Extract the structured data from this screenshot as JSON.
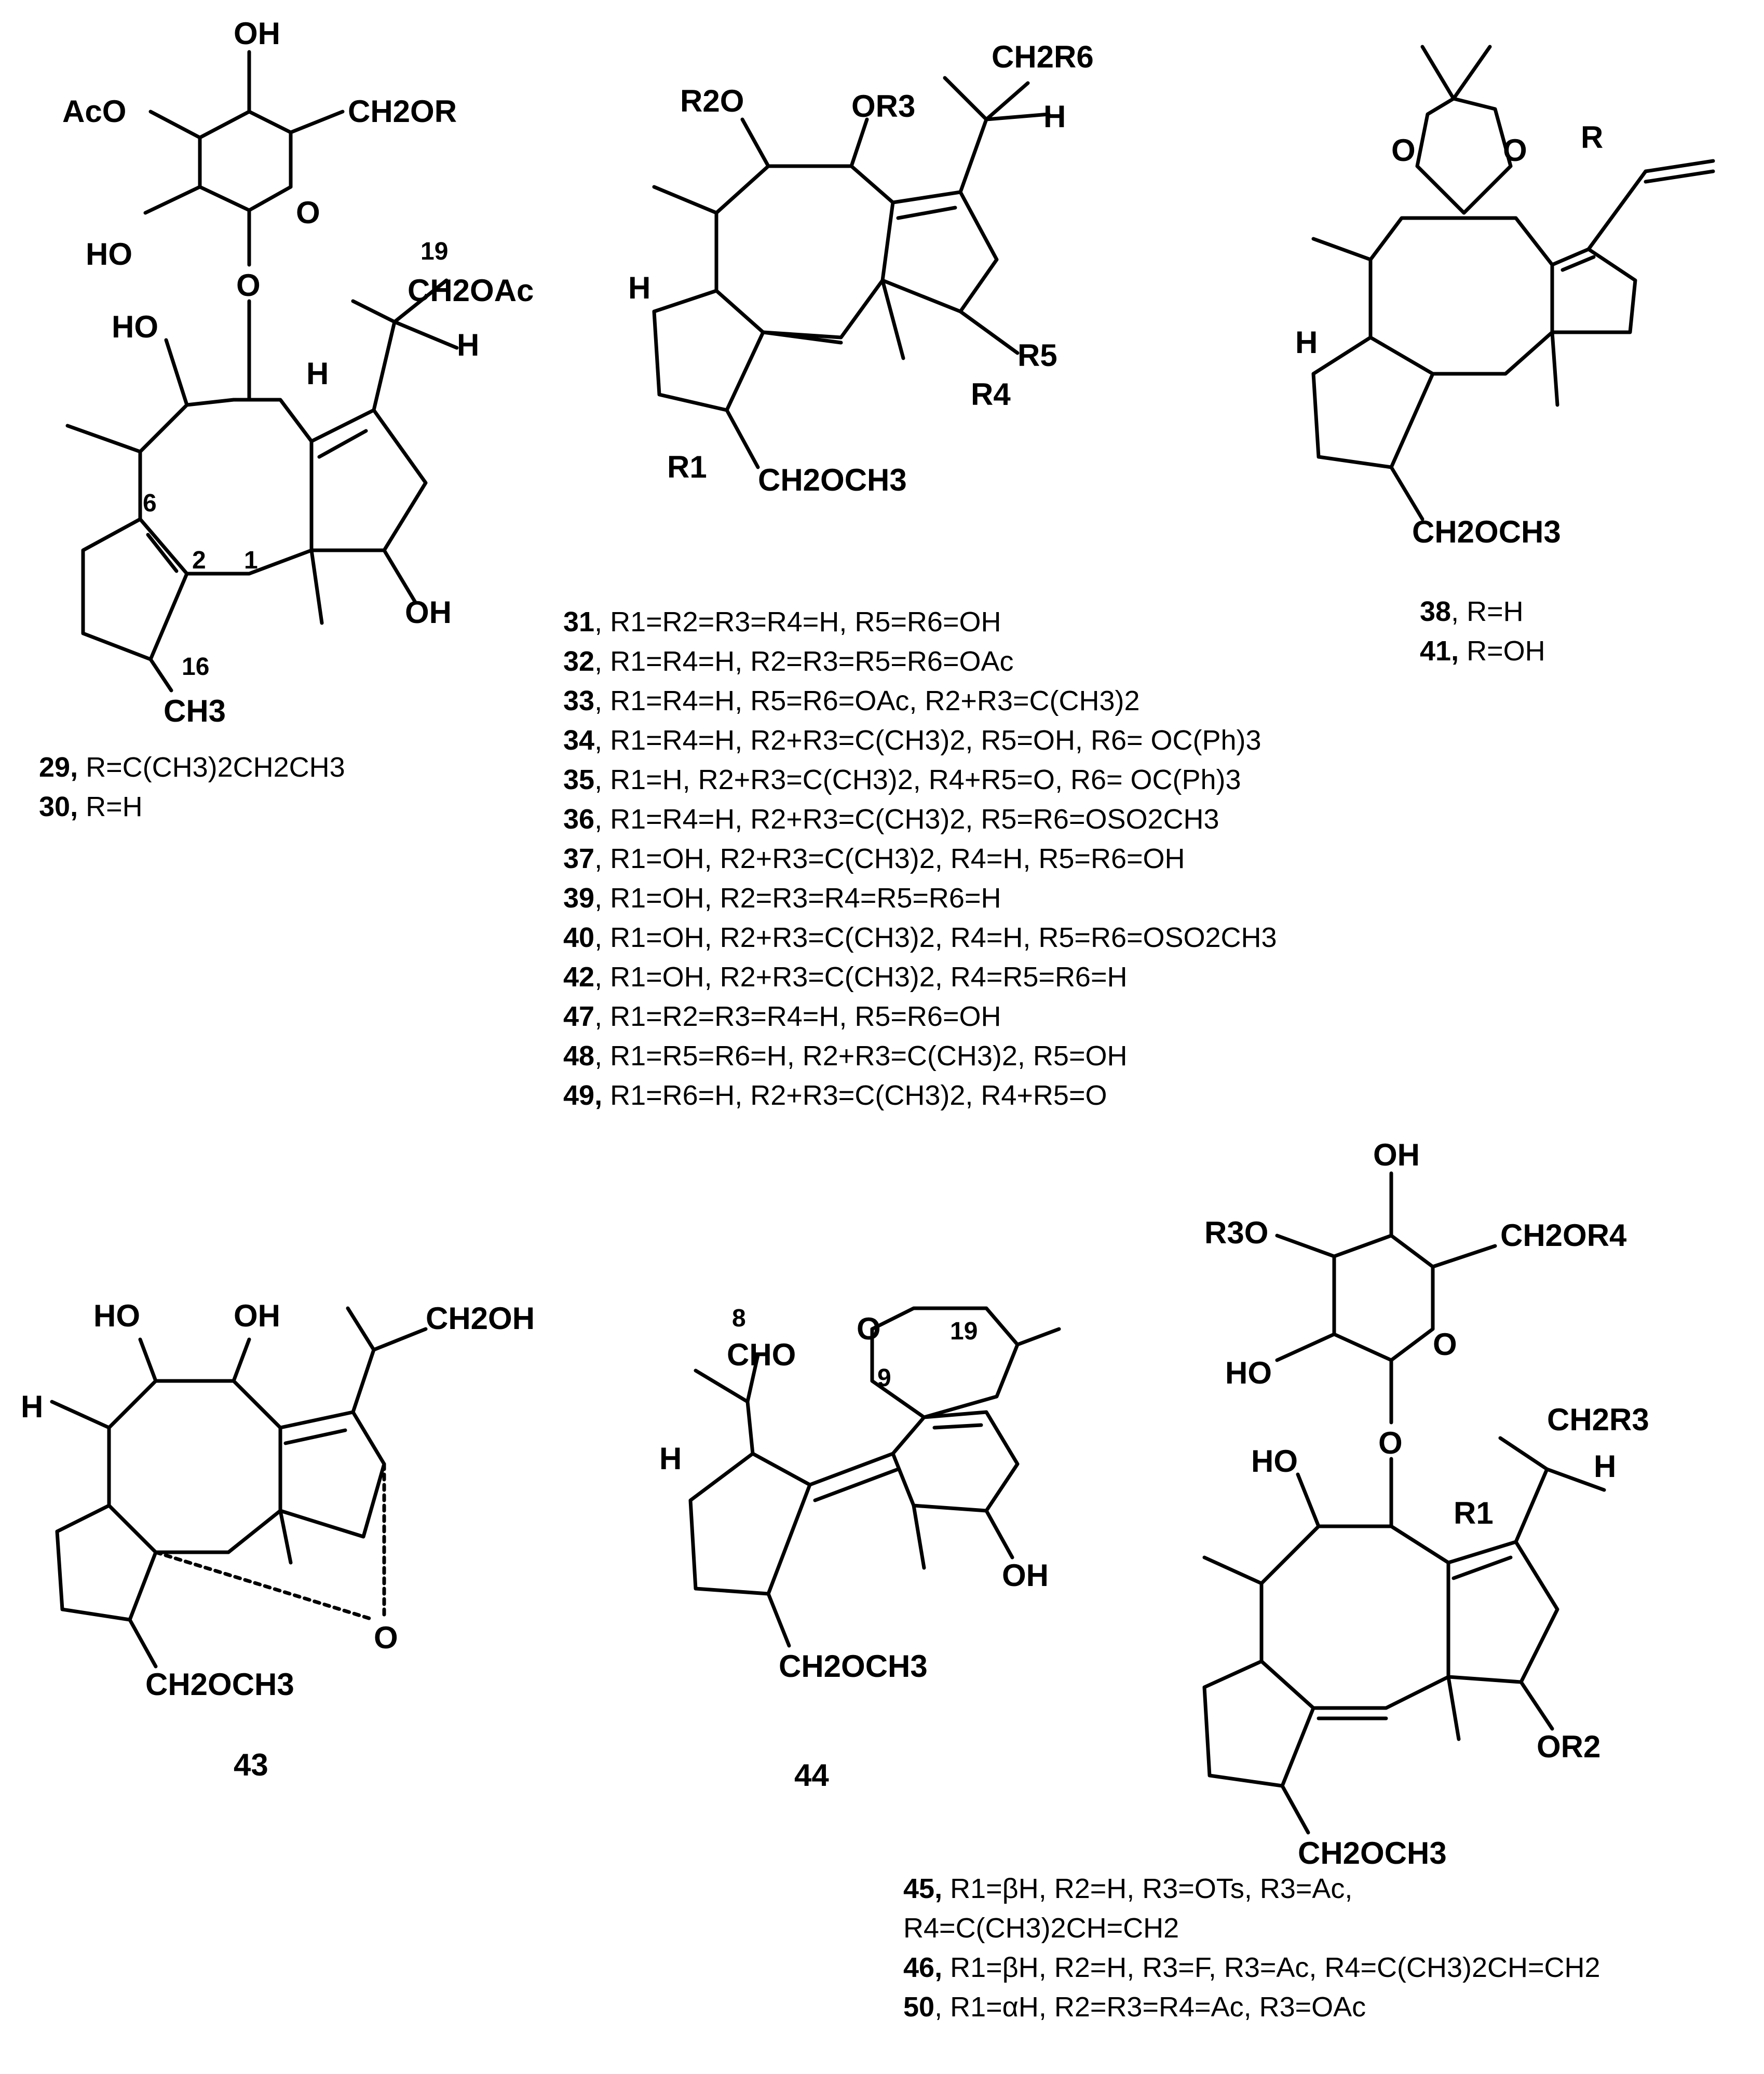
{
  "compound_labels": {
    "c43": "43",
    "c44": "44"
  },
  "legends": {
    "l29_30": [
      {
        "id": "29,",
        "text": " R=C(CH3)2CH2CH3"
      },
      {
        "id": "30,",
        "text": " R=H"
      }
    ],
    "l31": [
      {
        "id": "31",
        "text": ", R1=R2=R3=R4=H, R5=R6=OH"
      },
      {
        "id": "32",
        "text": ", R1=R4=H, R2=R3=R5=R6=OAc"
      },
      {
        "id": "33",
        "text": ", R1=R4=H, R5=R6=OAc, R2+R3=C(CH3)2"
      },
      {
        "id": "34",
        "text": ", R1=R4=H, R2+R3=C(CH3)2, R5=OH, R6= OC(Ph)3"
      },
      {
        "id": "35",
        "text": ", R1=H, R2+R3=C(CH3)2, R4+R5=O, R6= OC(Ph)3"
      },
      {
        "id": "36",
        "text": ", R1=R4=H, R2+R3=C(CH3)2, R5=R6=OSO2CH3"
      },
      {
        "id": "37",
        "text": ", R1=OH, R2+R3=C(CH3)2, R4=H, R5=R6=OH"
      },
      {
        "id": "39",
        "text": ", R1=OH, R2=R3=R4=R5=R6=H"
      },
      {
        "id": "40",
        "text": ", R1=OH, R2+R3=C(CH3)2, R4=H, R5=R6=OSO2CH3"
      },
      {
        "id": "42",
        "text": ", R1=OH, R2+R3=C(CH3)2, R4=R5=R6=H"
      },
      {
        "id": "47",
        "text": ", R1=R2=R3=R4=H, R5=R6=OH"
      },
      {
        "id": "48",
        "text": ", R1=R5=R6=H, R2+R3=C(CH3)2, R5=OH"
      },
      {
        "id": "49,",
        "text": " R1=R6=H, R2+R3=C(CH3)2, R4+R5=O"
      }
    ],
    "l38_41": [
      {
        "id": "38",
        "text": ", R=H"
      },
      {
        "id": "41,",
        "text": " R=OH"
      }
    ],
    "l45": [
      {
        "id": "45,",
        "text": " R1=βH, R2=H, R3=OTs, R3=Ac,"
      },
      {
        "id": "",
        "text": "R4=C(CH3)2CH=CH2"
      },
      {
        "id": "46,",
        "text": " R1=βH, R2=H, R3=F, R3=Ac, R4=C(CH3)2CH=CH2"
      },
      {
        "id": "50",
        "text": ", R1=αH, R2=R3=R4=Ac, R3=OAc"
      }
    ]
  },
  "atom_labels": {
    "s29": [
      "OH",
      "AcO",
      "CH2OR",
      "O",
      "HO",
      "O",
      "19",
      "CH2OAc",
      "H",
      "HO",
      "H",
      "6",
      "2",
      "1",
      "OH",
      "16",
      "CH3"
    ],
    "s31": [
      "CH2R6",
      "R2O",
      "OR3",
      "H",
      "H",
      "R5",
      "R4",
      "R1",
      "CH2OCH3"
    ],
    "s38": [
      "O",
      "O",
      "R",
      "H",
      "CH2OCH3"
    ],
    "s43": [
      "HO",
      "OH",
      "CH2OH",
      "H",
      "O",
      "CH2OCH3"
    ],
    "s44": [
      "8",
      "CHO",
      "O",
      "19",
      "9",
      "H",
      "OH",
      "CH2OCH3"
    ],
    "s45": [
      "OH",
      "R3O",
      "CH2OR4",
      "HO",
      "O",
      "O",
      "CH2R3",
      "H",
      "HO",
      "R1",
      "OR2",
      "CH2OCH3"
    ]
  }
}
